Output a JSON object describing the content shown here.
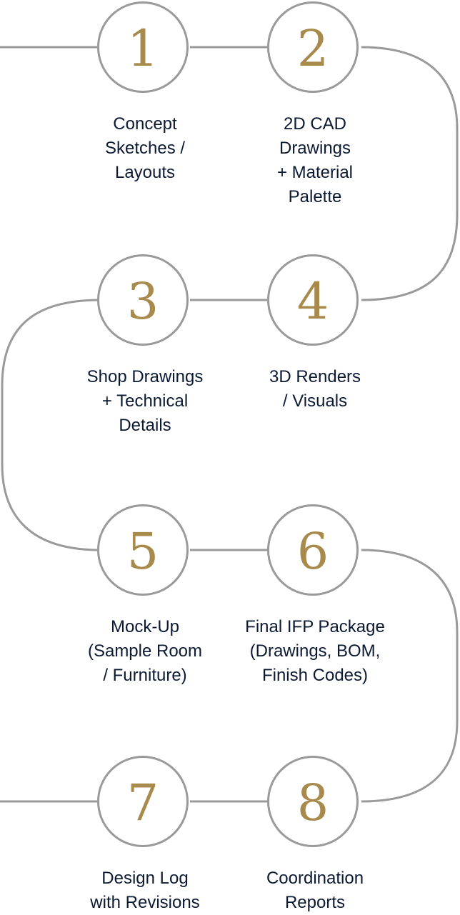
{
  "process": {
    "steps": [
      {
        "number": "1",
        "label": "Concept\nSketches /\nLayouts"
      },
      {
        "number": "2",
        "label": "2D CAD\nDrawings\n+ Material\nPalette"
      },
      {
        "number": "3",
        "label": "Shop Drawings\n+ Technical\nDetails"
      },
      {
        "number": "4",
        "label": "3D Renders\n/ Visuals"
      },
      {
        "number": "5",
        "label": "Mock-Up\n(Sample Room\n/ Furniture)"
      },
      {
        "number": "6",
        "label": "Final IFP Package\n(Drawings, BOM,\nFinish Codes)"
      },
      {
        "number": "7",
        "label": "Design Log\nwith Revisions"
      },
      {
        "number": "8",
        "label": "Coordination\nReports"
      }
    ]
  },
  "colors": {
    "connector": "#9a9a9a",
    "number": "#a88a4c",
    "label": "#0c1a33"
  }
}
